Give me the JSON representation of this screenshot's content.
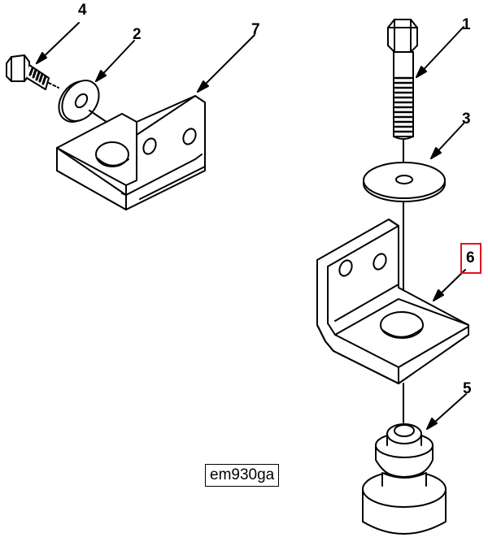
{
  "figure_id": "em930ga",
  "callouts": {
    "c1": "1",
    "c2": "2",
    "c3": "3",
    "c4": "4",
    "c5": "5",
    "c6": "6",
    "c7": "7"
  },
  "highlighted_callout": "6",
  "highlight_color": "#e0141e",
  "parts": {
    "p1": "bolt-icon",
    "p2": "washer-icon",
    "p3": "washer-icon",
    "p4": "bolt-icon",
    "p5": "bushing-icon",
    "p6": "angle-bracket-icon",
    "p7": "angle-bracket-icon"
  }
}
